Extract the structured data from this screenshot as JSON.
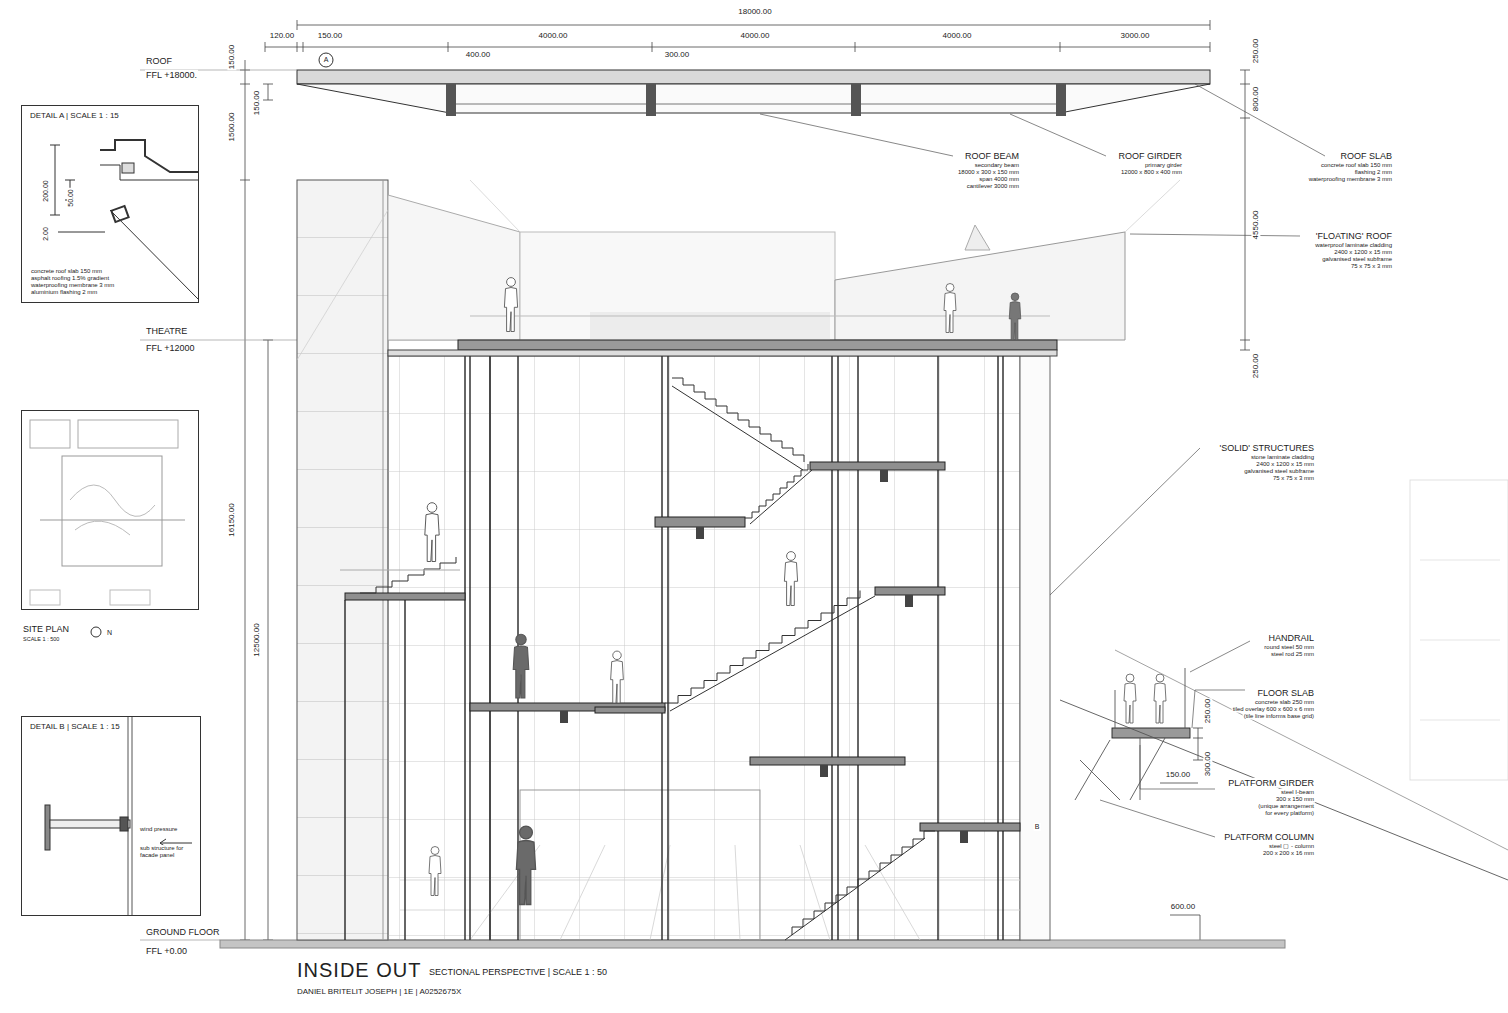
{
  "diagram": {
    "title": "INSIDE OUT",
    "caption": "SECTIONAL PERSPECTIVE | SCALE 1 : 50",
    "nodes": [
      {
        "text": [
          "DETAIL A | SCALE 1 : 15",
          "200.00",
          "50.00",
          "2.00",
          "concrete roof slab 150 mm",
          "asphalt roofing 1.5% gradient",
          "waterproofing membrane 3 mm",
          "aluminium flashing 2 mm"
        ]
      },
      {
        "text": [
          "SITE PLAN",
          "SCALE 1 : 500",
          "N"
        ]
      },
      {
        "text": [
          "DETAIL B | SCALE 1 : 15",
          "wind pressure",
          "sub structure for facade panel"
        ]
      }
    ],
    "labels": [
      "18000.00",
      "120.00",
      "150.00",
      "400.00",
      "4000.00",
      "300.00",
      "4000.00",
      "4000.00",
      "3000.00",
      "A",
      "ROOF",
      "FFL +18000.",
      "150.00",
      "150.00",
      "1500.00",
      "250.00",
      "800.00",
      "ROOF BEAM",
      "secondary beam",
      "18000 x 300 x 150 mm",
      "span 4000 mm",
      "cantilever 3000 mm",
      "ROOF GIRDER",
      "primary girder",
      "12000 x 800 x 400 mm",
      "ROOF SLAB",
      "concrete roof slab 150 mm",
      "flashing 2 mm",
      "waterproofing membrane 3 mm",
      "4550.00",
      "'FLOATING' ROOF",
      "waterproof laminate cladding",
      "2400 x 1200 x 15 mm",
      "galvanised steel subframe",
      "75 x 75 x 3 mm",
      "THEATRE",
      "FFL +12000",
      "250.00",
      "16150.00",
      "12500.00",
      "'SOLID' STRUCTURES",
      "stone laminate cladding",
      "2400 x 1200 x 15 mm",
      "galvanised steel subframe",
      "75 x 75 x 3 mm",
      "HANDRAIL",
      "round steel 50 mm",
      "steel rod 25 mm",
      "FLOOR SLAB",
      "concrete slab 250 mm",
      "tiled overlay 600 x 600 x 6 mm",
      "(tile line informs base grid)",
      "250.00",
      "300.00",
      "150.00",
      "PLATFORM GIRDER",
      "steel I-beam",
      "300 x 150 mm",
      "(unique arrangement",
      "for every platform)",
      "PLATFORM COLUMN",
      "steel ▢ - column",
      "200 x 200 x 16 mm",
      "B",
      "600.00",
      "GROUND FLOOR",
      "FFL +0.00",
      "DANIEL BRITELIT JOSEPH | 1E | A0252675X"
    ]
  }
}
